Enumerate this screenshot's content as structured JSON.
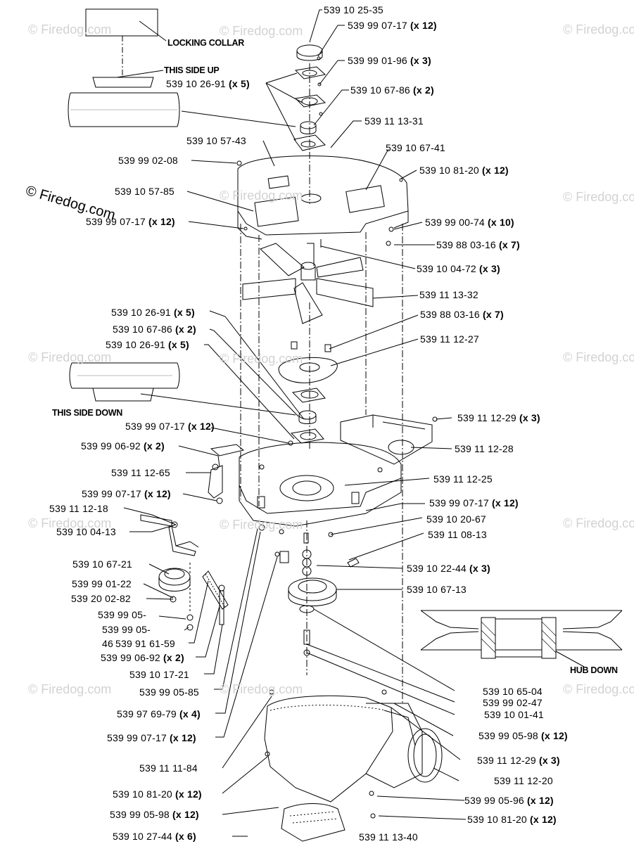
{
  "watermark": {
    "text": "© Firedog.com"
  },
  "notes": {
    "locking_collar": "LOCKING COLLAR",
    "this_side_up": "THIS SIDE UP",
    "this_side_down": "THIS SIDE DOWN",
    "hub_down": "HUB DOWN"
  },
  "parts": [
    {
      "num": "539 10 25-35",
      "qty": ""
    },
    {
      "num": "539 99 07-17",
      "qty": "(x 12)"
    },
    {
      "num": "539 99 01-96",
      "qty": "(x 3)"
    },
    {
      "num": "539 10 26-91",
      "qty": "(x 5)"
    },
    {
      "num": "539 10 67-86",
      "qty": "(x 2)"
    },
    {
      "num": "539 11 13-31",
      "qty": ""
    },
    {
      "num": "539 10 57-43",
      "qty": ""
    },
    {
      "num": "539 10 67-41",
      "qty": ""
    },
    {
      "num": "539 99 02-08",
      "qty": ""
    },
    {
      "num": "539 10 81-20",
      "qty": "(x 12)"
    },
    {
      "num": "539 10 57-85",
      "qty": ""
    },
    {
      "num": "539 99 07-17",
      "qty": "(x 12)"
    },
    {
      "num": "539 99 00-74",
      "qty": "(x 10)"
    },
    {
      "num": "539 88 03-16",
      "qty": "(x 7)"
    },
    {
      "num": "539 10 04-72",
      "qty": "(x 3)"
    },
    {
      "num": "539 11 13-32",
      "qty": ""
    },
    {
      "num": "539 10 26-91",
      "qty": "(x 5)"
    },
    {
      "num": "539 88 03-16",
      "qty": "(x 7)"
    },
    {
      "num": "539 10 67-86",
      "qty": "(x 2)"
    },
    {
      "num": "539 10 26-91",
      "qty": "(x 5)"
    },
    {
      "num": "539 11 12-27",
      "qty": ""
    },
    {
      "num": "539 11 12-29",
      "qty": "(x 3)"
    },
    {
      "num": "539 99 07-17",
      "qty": "(x 12)"
    },
    {
      "num": "539 11 12-28",
      "qty": ""
    },
    {
      "num": "539 99 06-92",
      "qty": "(x 2)"
    },
    {
      "num": "539 11 12-65",
      "qty": ""
    },
    {
      "num": "539 11 12-25",
      "qty": ""
    },
    {
      "num": "539 99 07-17",
      "qty": "(x 12)"
    },
    {
      "num": "539 99 07-17",
      "qty": "(x 12)"
    },
    {
      "num": "539 11 12-18",
      "qty": ""
    },
    {
      "num": "539 10 20-67",
      "qty": ""
    },
    {
      "num": "539 10 04-13",
      "qty": ""
    },
    {
      "num": "539 11 08-13",
      "qty": ""
    },
    {
      "num": "539 10 67-21",
      "qty": ""
    },
    {
      "num": "539 10 22-44",
      "qty": "(x 3)"
    },
    {
      "num": "539 99 01-22",
      "qty": ""
    },
    {
      "num": "539 10 67-13",
      "qty": ""
    },
    {
      "num": "539 20 02-82",
      "qty": ""
    },
    {
      "num": "539 99 05-",
      "qty": ""
    },
    {
      "num": "539 99 05-",
      "qty": ""
    },
    {
      "num": "46",
      "qty": ""
    },
    {
      "num": "539 91 61-59",
      "qty": ""
    },
    {
      "num": "539 99 06-92",
      "qty": "(x 2)"
    },
    {
      "num": "539 10 17-21",
      "qty": ""
    },
    {
      "num": "539 99 05-85",
      "qty": ""
    },
    {
      "num": "539 10 65-04",
      "qty": ""
    },
    {
      "num": "539 99 02-47",
      "qty": ""
    },
    {
      "num": "539 97 69-79",
      "qty": "(x 4)"
    },
    {
      "num": "539 10 01-41",
      "qty": ""
    },
    {
      "num": "539 99 07-17",
      "qty": "(x 12)"
    },
    {
      "num": "539 99 05-98",
      "qty": "(x 12)"
    },
    {
      "num": "539 11 12-29",
      "qty": "(x 3)"
    },
    {
      "num": "539 11 11-84",
      "qty": ""
    },
    {
      "num": "539 11 12-20",
      "qty": ""
    },
    {
      "num": "539 10 81-20",
      "qty": "(x 12)"
    },
    {
      "num": "539 99 05-96",
      "qty": "(x 12)"
    },
    {
      "num": "539 99 05-98",
      "qty": "(x 12)"
    },
    {
      "num": "539 10 81-20",
      "qty": "(x 12)"
    },
    {
      "num": "539 10 27-44",
      "qty": "(x 6)"
    },
    {
      "num": "539 11 13-40",
      "qty": ""
    }
  ]
}
